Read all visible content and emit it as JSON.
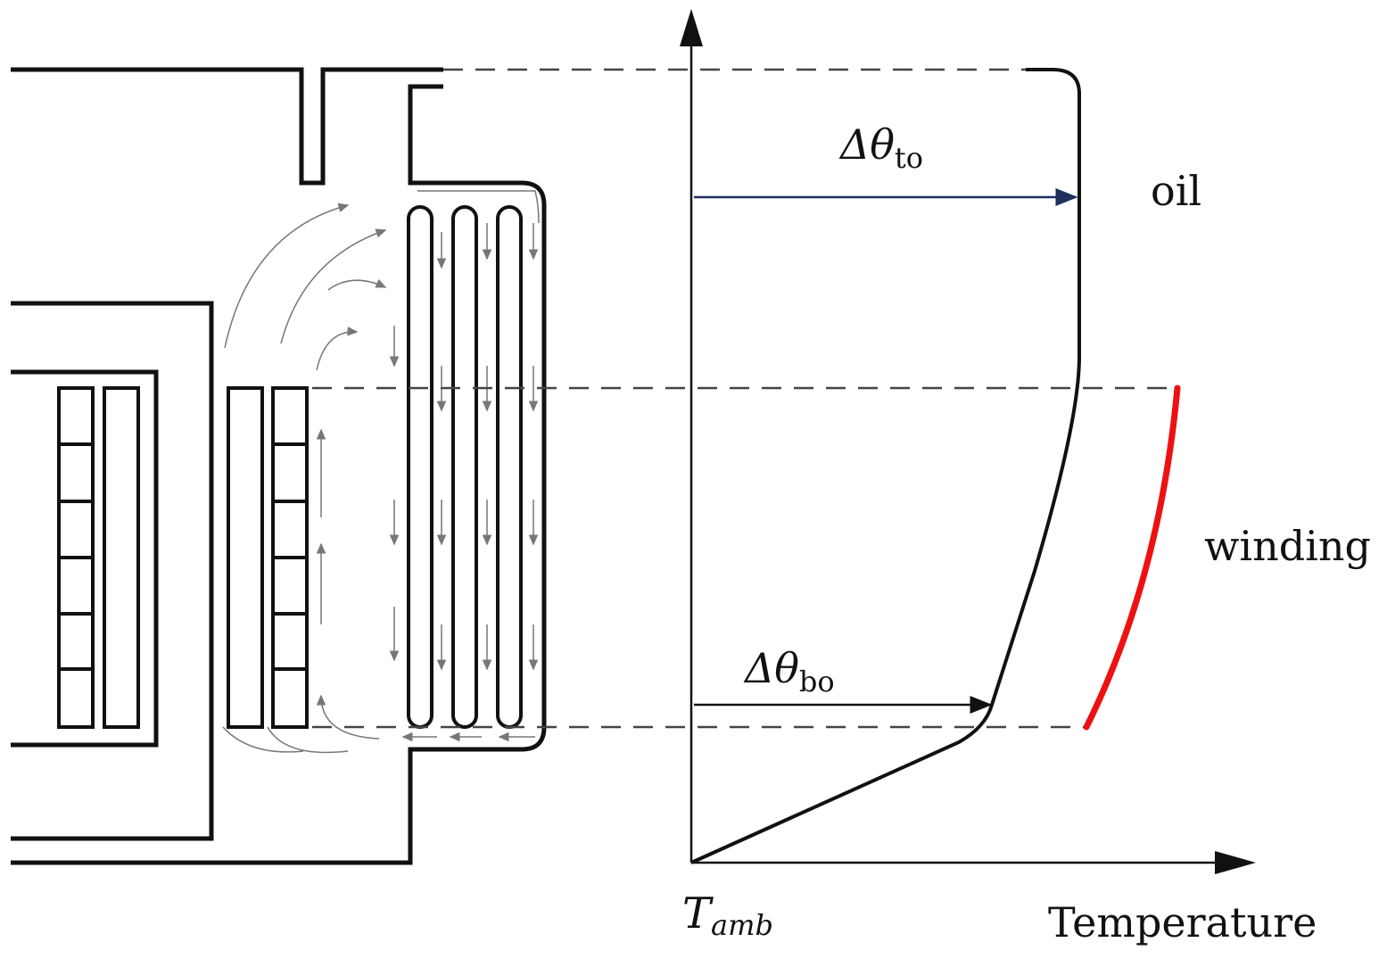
{
  "labels": {
    "delta_top_oil": "Δθ",
    "delta_top_oil_sub": "to",
    "delta_bottom_oil": "Δθ",
    "delta_bottom_oil_sub": "bo",
    "oil": "oil",
    "winding": "winding",
    "ambient_symbol": "T",
    "ambient_sub": "amb",
    "temperature_axis": "Temperature"
  },
  "colors": {
    "line": "#111111",
    "top_oil_arrow": "#1f2f5c",
    "winding_curve": "#ee1111",
    "dashed": "#444444",
    "flow_arrows": "#777777"
  }
}
